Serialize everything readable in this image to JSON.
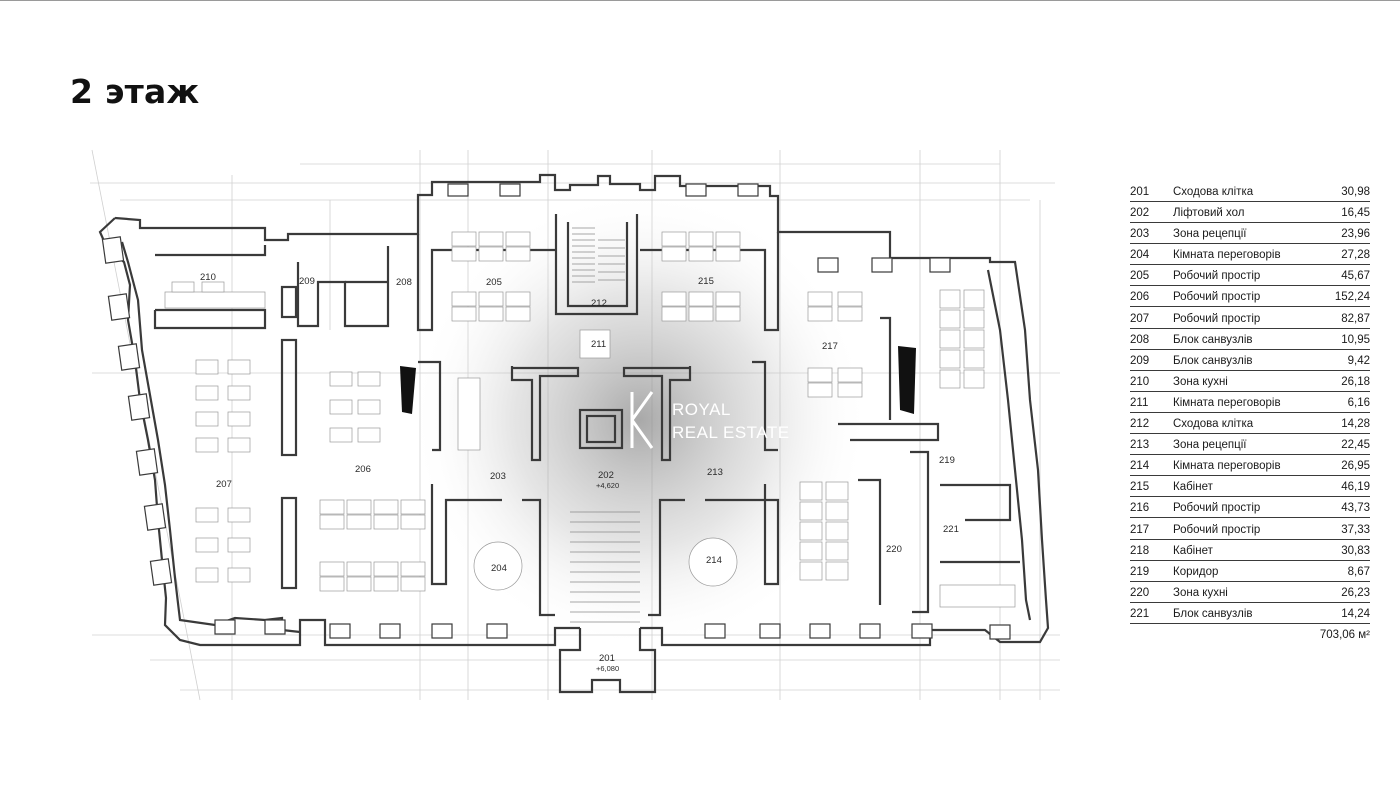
{
  "page": {
    "title": "2 этаж"
  },
  "plan": {
    "watermark": {
      "line1": "ROYAL",
      "line2": "REAL ESTATE"
    },
    "labels": [
      {
        "id": "210",
        "text": "210"
      },
      {
        "id": "209",
        "text": "209"
      },
      {
        "id": "208",
        "text": "208"
      },
      {
        "id": "205",
        "text": "205"
      },
      {
        "id": "212",
        "text": "212"
      },
      {
        "id": "215",
        "text": "215"
      },
      {
        "id": "211",
        "text": "211"
      },
      {
        "id": "217",
        "text": "217"
      },
      {
        "id": "206",
        "text": "206"
      },
      {
        "id": "207",
        "text": "207"
      },
      {
        "id": "203",
        "text": "203"
      },
      {
        "id": "202",
        "text": "202"
      },
      {
        "id": "213",
        "text": "213"
      },
      {
        "id": "219",
        "text": "219"
      },
      {
        "id": "221",
        "text": "221"
      },
      {
        "id": "220",
        "text": "220"
      },
      {
        "id": "204",
        "text": "204"
      },
      {
        "id": "214",
        "text": "214"
      },
      {
        "id": "201",
        "text": "201"
      }
    ],
    "elevations": {
      "e202": "+4,620",
      "e201": "+6,080"
    }
  },
  "legend": {
    "rooms": [
      {
        "num": "201",
        "name": "Сходова клітка",
        "area": "30,98"
      },
      {
        "num": "202",
        "name": "Ліфтовий хол",
        "area": "16,45"
      },
      {
        "num": "203",
        "name": "Зона рецепції",
        "area": "23,96"
      },
      {
        "num": "204",
        "name": "Кімната переговорів",
        "area": "27,28"
      },
      {
        "num": "205",
        "name": "Робочий простір",
        "area": "45,67"
      },
      {
        "num": "206",
        "name": "Робочий простір",
        "area": "152,24"
      },
      {
        "num": "207",
        "name": "Робочий простір",
        "area": "82,87"
      },
      {
        "num": "208",
        "name": "Блок санвузлів",
        "area": "10,95"
      },
      {
        "num": "209",
        "name": "Блок санвузлів",
        "area": "9,42"
      },
      {
        "num": "210",
        "name": "Зона кухні",
        "area": "26,18"
      },
      {
        "num": "211",
        "name": "Кімната переговорів",
        "area": "6,16"
      },
      {
        "num": "212",
        "name": "Сходова клітка",
        "area": "14,28"
      },
      {
        "num": "213",
        "name": "Зона рецепції",
        "area": "22,45"
      },
      {
        "num": "214",
        "name": "Кімната переговорів",
        "area": "26,95"
      },
      {
        "num": "215",
        "name": "Кабінет",
        "area": "46,19"
      },
      {
        "num": "216",
        "name": "Робочий простір",
        "area": "43,73"
      },
      {
        "num": "217",
        "name": "Робочий простір",
        "area": "37,33"
      },
      {
        "num": "218",
        "name": "Кабінет",
        "area": "30,83"
      },
      {
        "num": "219",
        "name": "Коридор",
        "area": "8,67"
      },
      {
        "num": "220",
        "name": "Зона кухні",
        "area": "26,23"
      },
      {
        "num": "221",
        "name": "Блок санвузлів",
        "area": "14,24"
      }
    ],
    "total": "703,06 м²"
  },
  "colors": {
    "wall": "#3a3a3a",
    "grid": "#d0d0d0",
    "ink": "#1a1a1a"
  }
}
